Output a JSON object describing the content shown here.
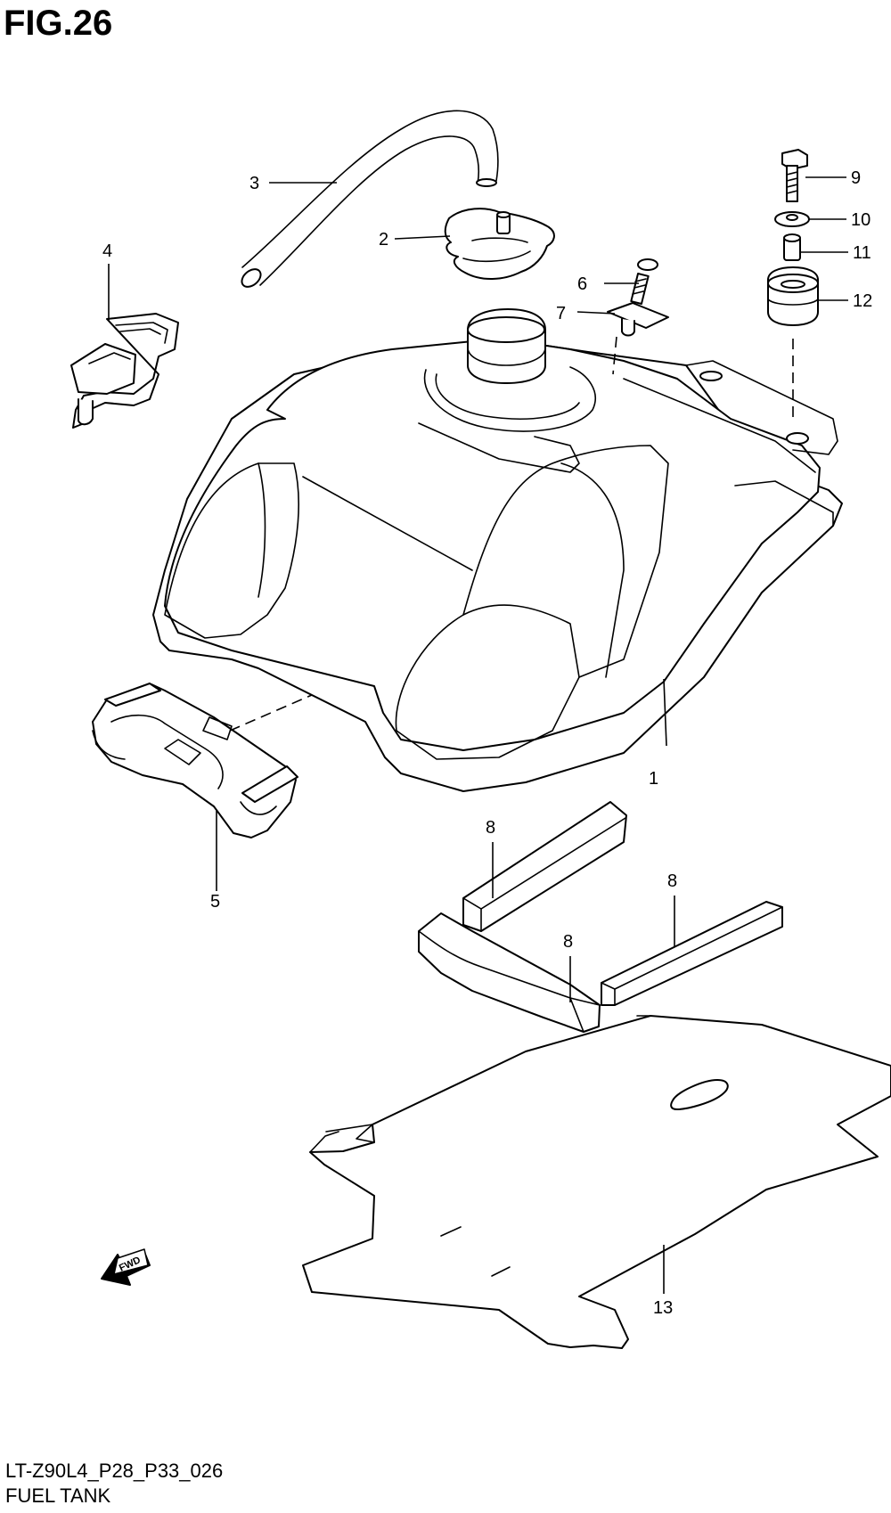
{
  "figure": {
    "title": "FIG.26",
    "code": "LT-Z90L4_P28_P33_026",
    "name": "FUEL TANK"
  },
  "callouts": {
    "c1": "1",
    "c2": "2",
    "c3": "3",
    "c4": "4",
    "c5": "5",
    "c6": "6",
    "c7": "7",
    "c8a": "8",
    "c8b": "8",
    "c8c": "8",
    "c9": "9",
    "c10": "10",
    "c11": "11",
    "c12": "12",
    "c13": "13"
  },
  "arrow": {
    "label": "FWD"
  }
}
